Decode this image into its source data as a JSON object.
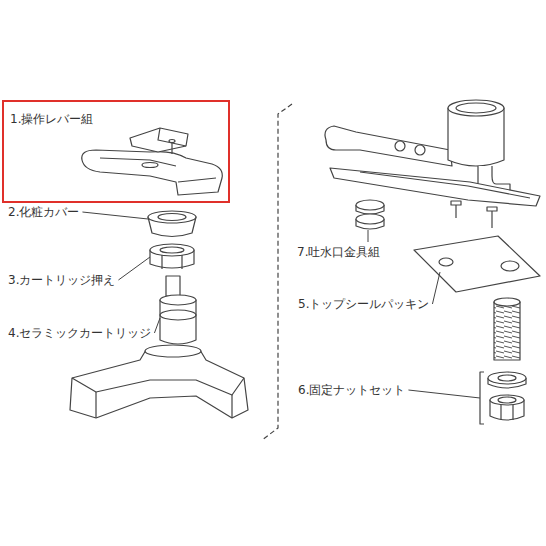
{
  "diagram": {
    "nodes": [
      {
        "text": [
          "1.操作レバー組"
        ]
      }
    ],
    "labels": [
      "2.化粧カバー",
      "3.カートリッジ押え",
      "4.セラミックカートリッジ",
      "7.吐水口金具組",
      "5.トップシールパッキン",
      "6.固定ナットセット"
    ]
  }
}
